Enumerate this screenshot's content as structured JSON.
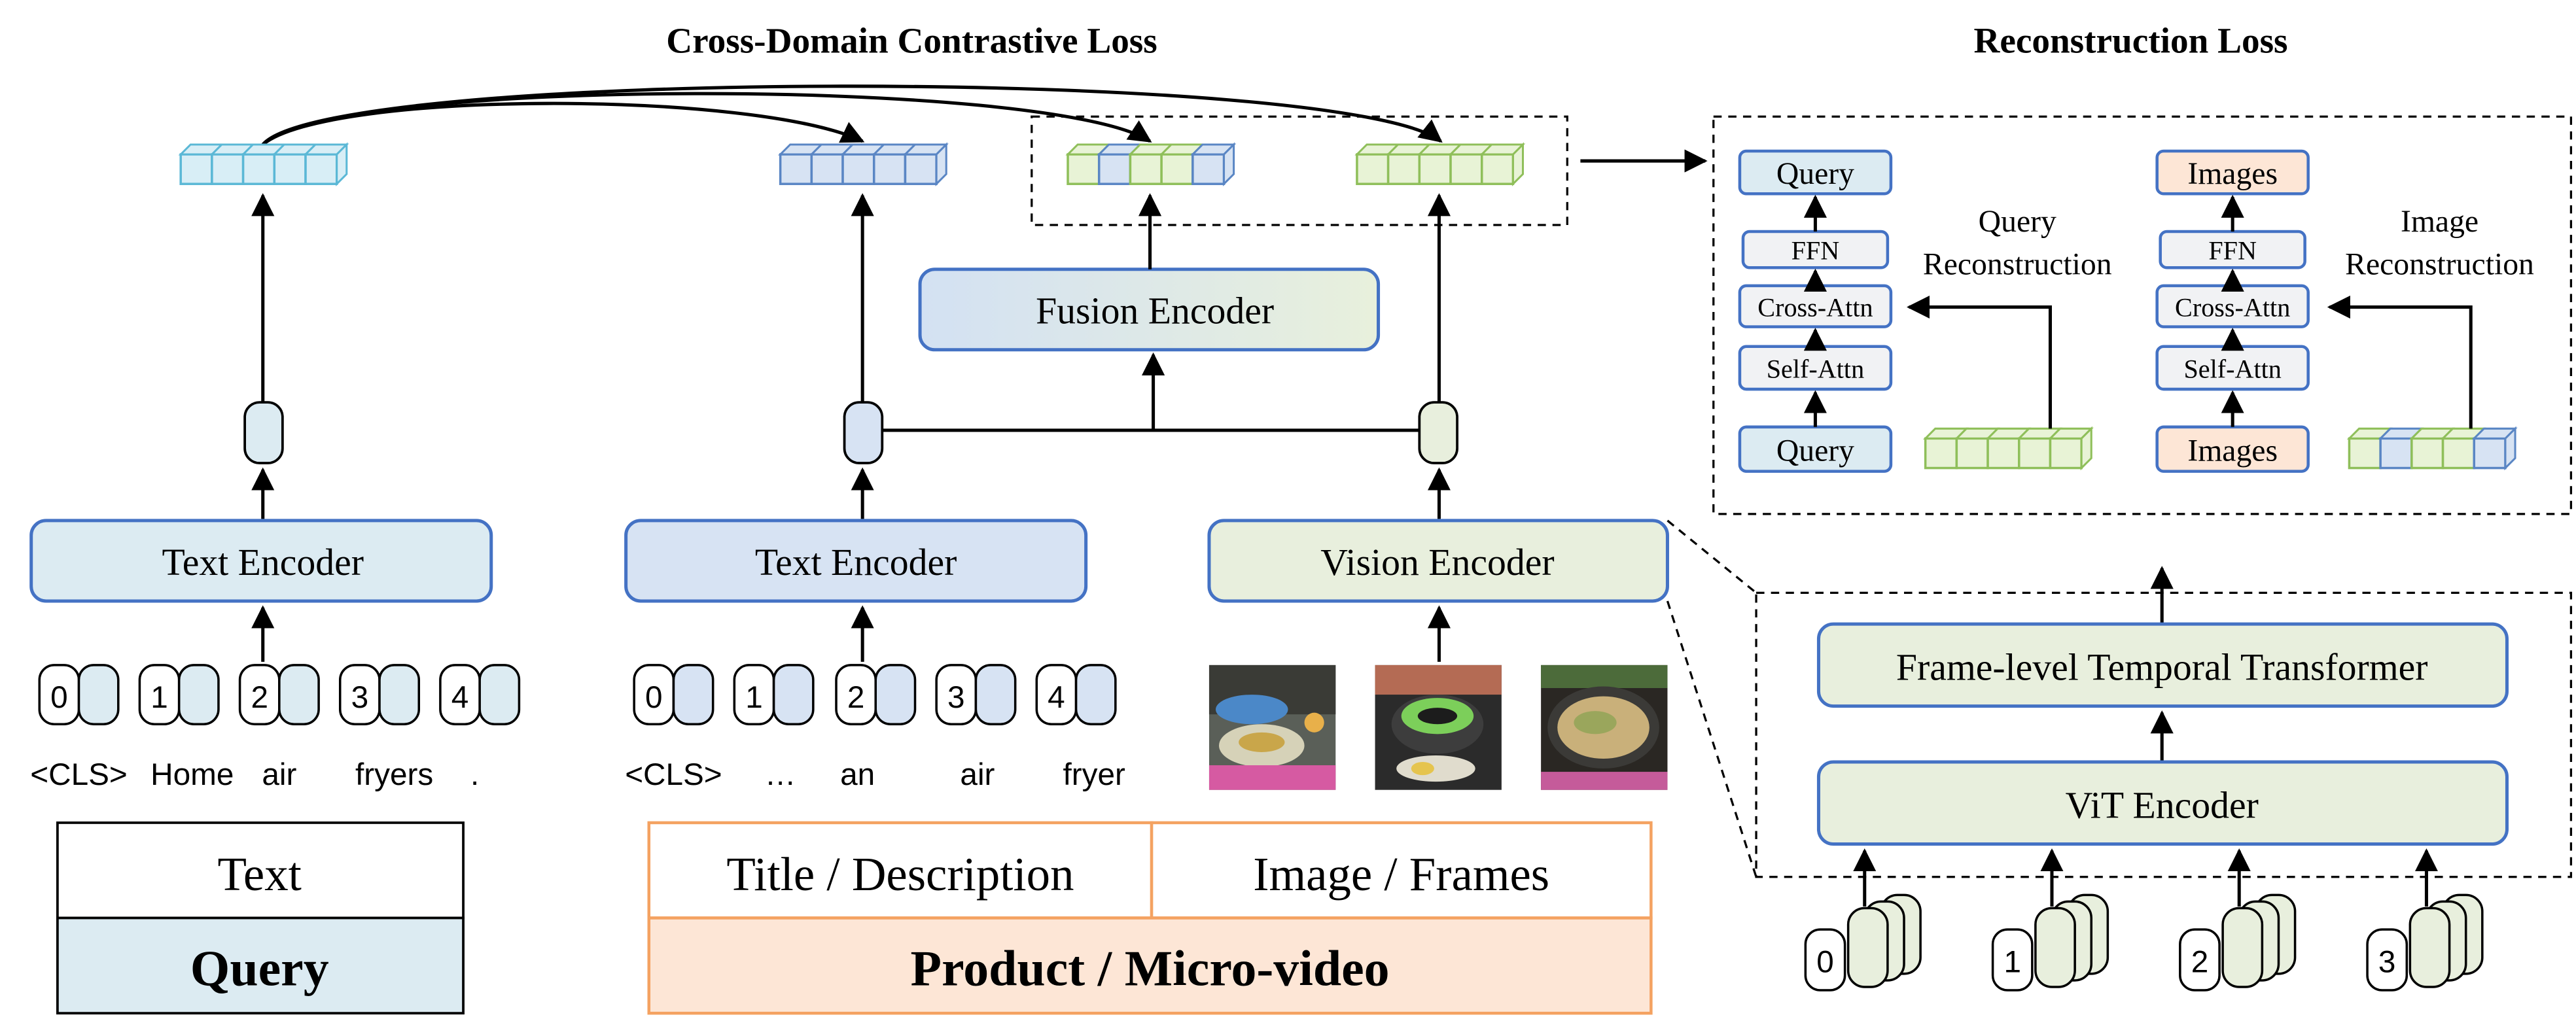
{
  "titles": {
    "contrastive": "Cross-Domain Contrastive Loss",
    "reconstruction": "Reconstruction Loss"
  },
  "query_branch": {
    "encoder": "Text Encoder",
    "token_ids": [
      "0",
      "1",
      "2",
      "3",
      "4"
    ],
    "tokens": [
      "<CLS>",
      "Home",
      "air",
      "fryers",
      "."
    ],
    "domain_top": "Text",
    "domain_bottom": "Query"
  },
  "product_branch": {
    "text_encoder": "Text Encoder",
    "vision_encoder": "Vision Encoder",
    "fusion_encoder": "Fusion Encoder",
    "token_ids": [
      "0",
      "1",
      "2",
      "3",
      "4"
    ],
    "tokens": [
      "<CLS>",
      "…",
      "an",
      "air",
      "fryer"
    ],
    "domain_left": "Title / Description",
    "domain_right": "Image / Frames",
    "domain_bottom": "Product / Micro-video"
  },
  "reconstruction": {
    "query_stack": [
      "Query",
      "FFN",
      "Cross-Attn",
      "Self-Attn",
      "Query"
    ],
    "query_label_1": "Query",
    "query_label_2": "Reconstruction",
    "image_stack": [
      "Images",
      "FFN",
      "Cross-Attn",
      "Self-Attn",
      "Images"
    ],
    "image_label_1": "Image",
    "image_label_2": "Reconstruction"
  },
  "vision_detail": {
    "temporal": "Frame-level Temporal Transformer",
    "vit": "ViT Encoder",
    "frame_ids": [
      "0",
      "1",
      "2",
      "3"
    ]
  },
  "colors": {
    "query_blue": "#dcebf2",
    "text_blue": "#d7e3f3",
    "vision_green": "#e8efdd",
    "orange": "#f4a261",
    "orange_fill": "#fde6d6",
    "cyan_stroke": "#5bb8d6",
    "blue_stroke": "#5a86c4",
    "green_stroke": "#8fbf5a"
  }
}
